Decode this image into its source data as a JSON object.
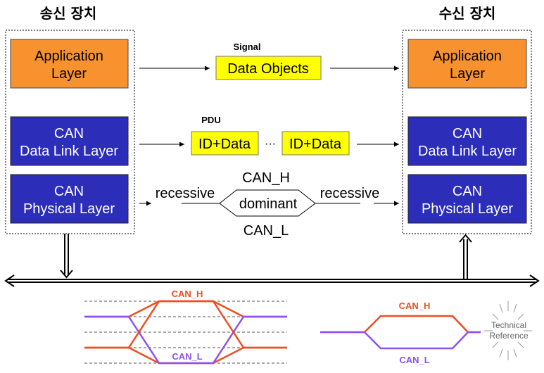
{
  "sender": {
    "title": "송신 장치",
    "application_layer": [
      "Application",
      "Layer"
    ],
    "data_link_layer": [
      "CAN",
      "Data Link Layer"
    ],
    "physical_layer": [
      "CAN",
      "Physical Layer"
    ]
  },
  "receiver": {
    "title": "수신 장치",
    "application_layer": [
      "Application",
      "Layer"
    ],
    "data_link_layer": [
      "CAN",
      "Data Link Layer"
    ],
    "physical_layer": [
      "CAN",
      "Physical Layer"
    ]
  },
  "middle": {
    "signal_label": "Signal",
    "data_objects": "Data Objects",
    "pdu_label": "PDU",
    "frame_left": "ID+Data",
    "frame_ellipsis": "···",
    "frame_right": "ID+Data",
    "can_h": "CAN_H",
    "can_l": "CAN_L",
    "recessive_left": "recessive",
    "recessive_right": "recessive",
    "dominant": "dominant"
  },
  "waveform_left": {
    "can_h": "CAN_H",
    "can_l": "CAN_L"
  },
  "waveform_right": {
    "can_h": "CAN_H",
    "can_l": "CAN_L"
  },
  "badge": [
    "Technical",
    "Reference"
  ],
  "colors": {
    "application_fill": "#f7922f",
    "can_layer_fill": "#2c2db8",
    "highlight_fill": "#ffff00",
    "can_h_color": "#ef4d1f",
    "can_l_color": "#8e52ef"
  }
}
